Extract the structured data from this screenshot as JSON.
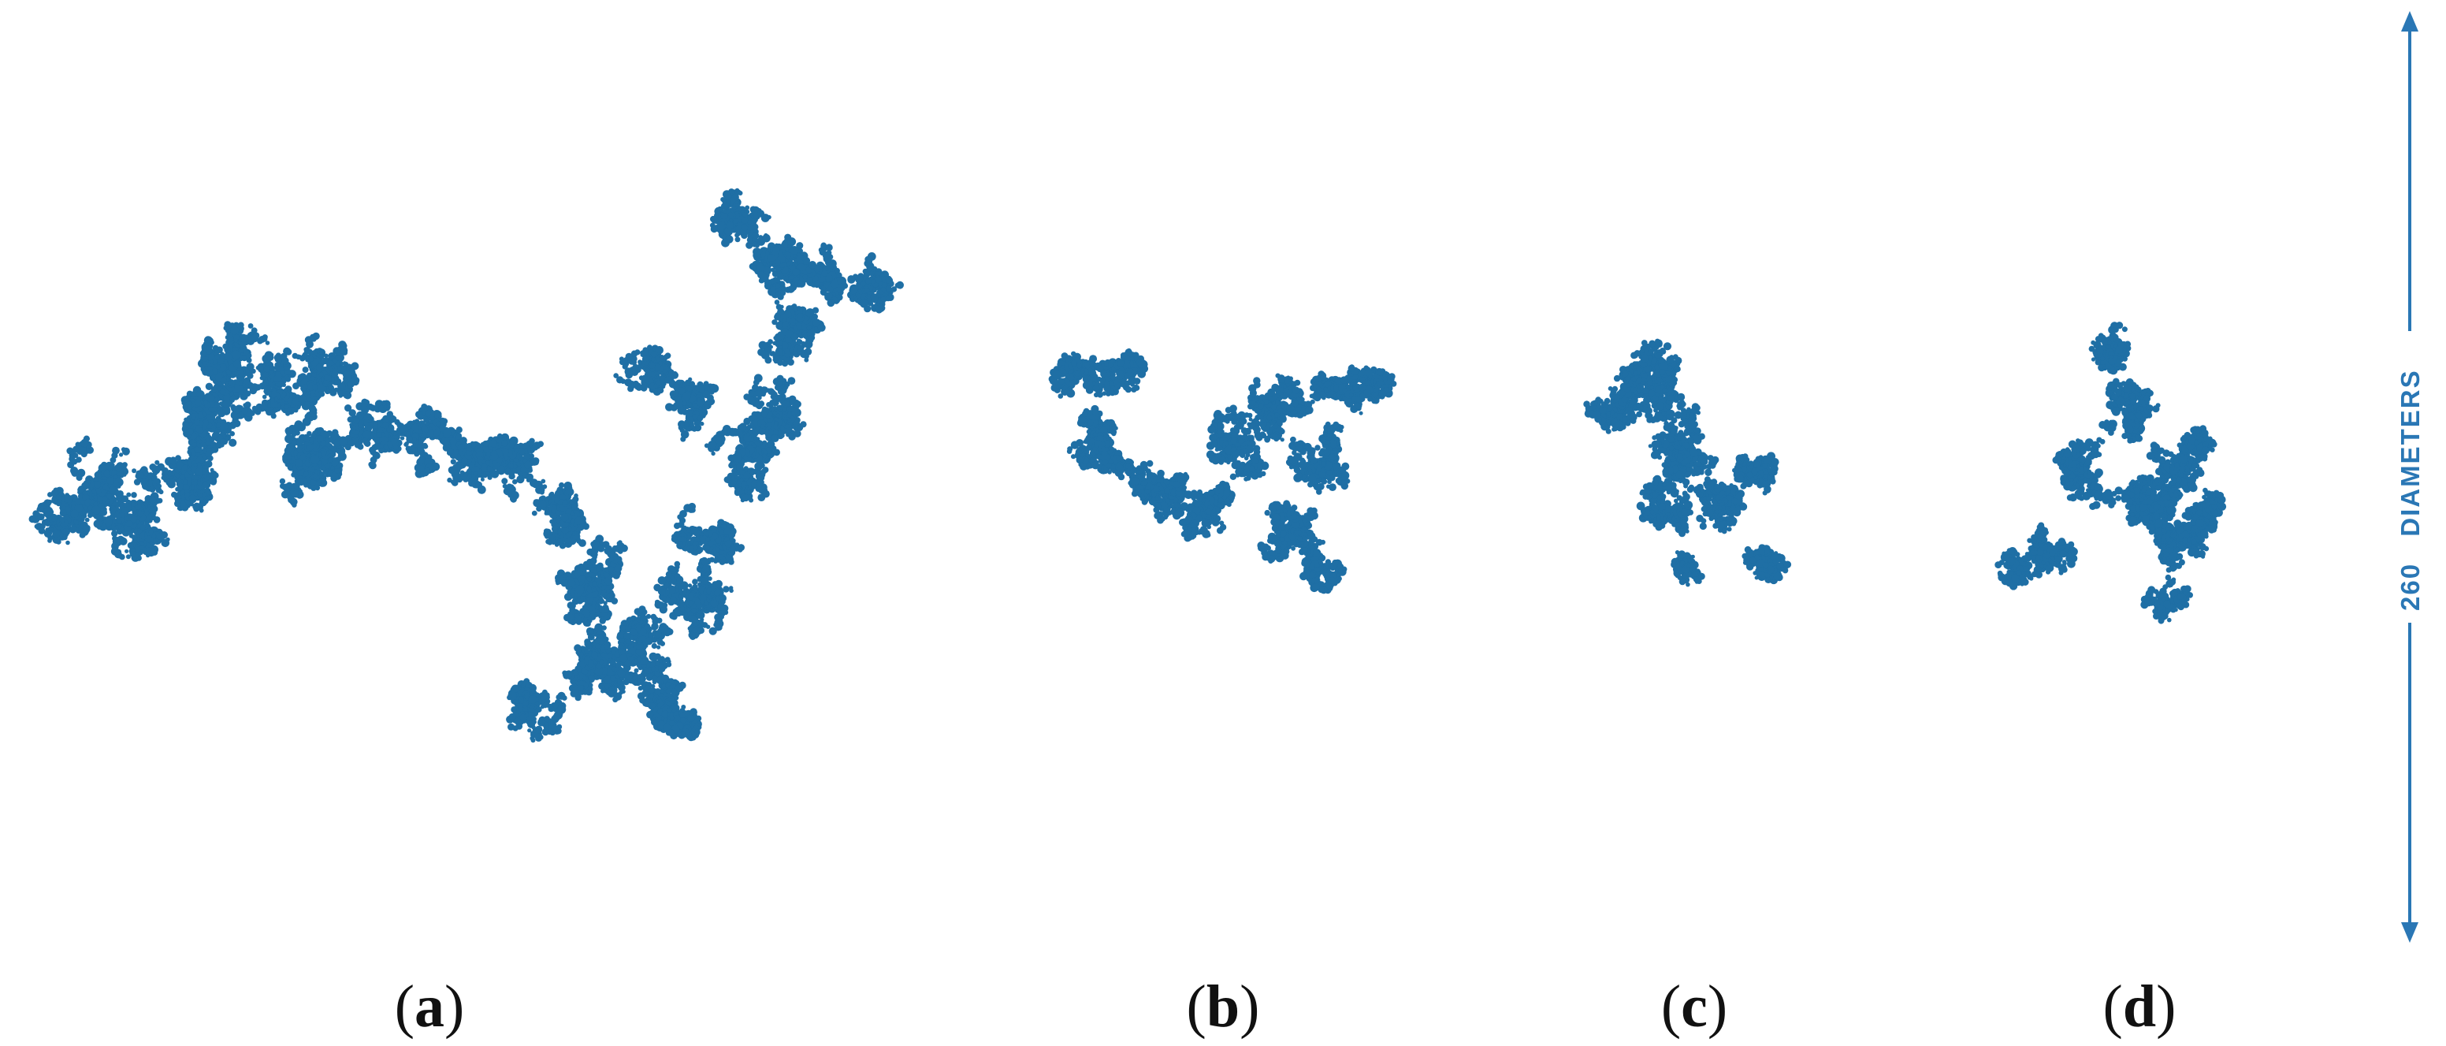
{
  "figure": {
    "panels": [
      {
        "id": "a",
        "label": "(a)",
        "letter": "a"
      },
      {
        "id": "b",
        "label": "(b)",
        "letter": "b"
      },
      {
        "id": "c",
        "label": "(c)",
        "letter": "c"
      },
      {
        "id": "d",
        "label": "(d)",
        "letter": "d"
      }
    ],
    "scale_bar": {
      "value": "260",
      "unit": "DIAMETERS"
    },
    "colors": {
      "aggregate": "#1f6fa5",
      "scale_bar": "#2a77b5",
      "label_text": "#111111",
      "background": "#ffffff"
    }
  }
}
